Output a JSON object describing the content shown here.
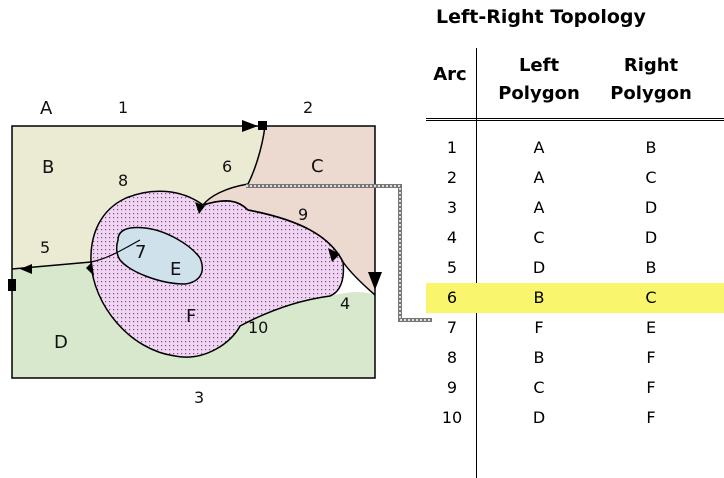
{
  "diagram": {
    "polygon_labels": [
      "A",
      "B",
      "C",
      "D",
      "E",
      "F"
    ],
    "arc_labels": [
      "1",
      "2",
      "3",
      "4",
      "5",
      "6",
      "7",
      "8",
      "9",
      "10"
    ],
    "fills": {
      "A": "#ffffff",
      "B": "#ebebd4",
      "C": "#ecd9cf",
      "D": "#d7e8cc",
      "E": "#cfe1ea",
      "F": "#f1d6f3"
    }
  },
  "table": {
    "title": "Left-Right Topology",
    "headers": {
      "arc": "Arc",
      "left_line1": "Left",
      "left_line2": "Polygon",
      "right_line1": "Right",
      "right_line2": "Polygon"
    },
    "highlight_color": "#f9f56d",
    "rows": [
      {
        "arc": "1",
        "left": "A",
        "right": "B",
        "highlighted": false
      },
      {
        "arc": "2",
        "left": "A",
        "right": "C",
        "highlighted": false
      },
      {
        "arc": "3",
        "left": "A",
        "right": "D",
        "highlighted": false
      },
      {
        "arc": "4",
        "left": "C",
        "right": "D",
        "highlighted": false
      },
      {
        "arc": "5",
        "left": "D",
        "right": "B",
        "highlighted": false
      },
      {
        "arc": "6",
        "left": "B",
        "right": "C",
        "highlighted": true
      },
      {
        "arc": "7",
        "left": "F",
        "right": "E",
        "highlighted": false
      },
      {
        "arc": "8",
        "left": "B",
        "right": "F",
        "highlighted": false
      },
      {
        "arc": "9",
        "left": "C",
        "right": "F",
        "highlighted": false
      },
      {
        "arc": "10",
        "left": "D",
        "right": "F",
        "highlighted": false
      }
    ]
  }
}
